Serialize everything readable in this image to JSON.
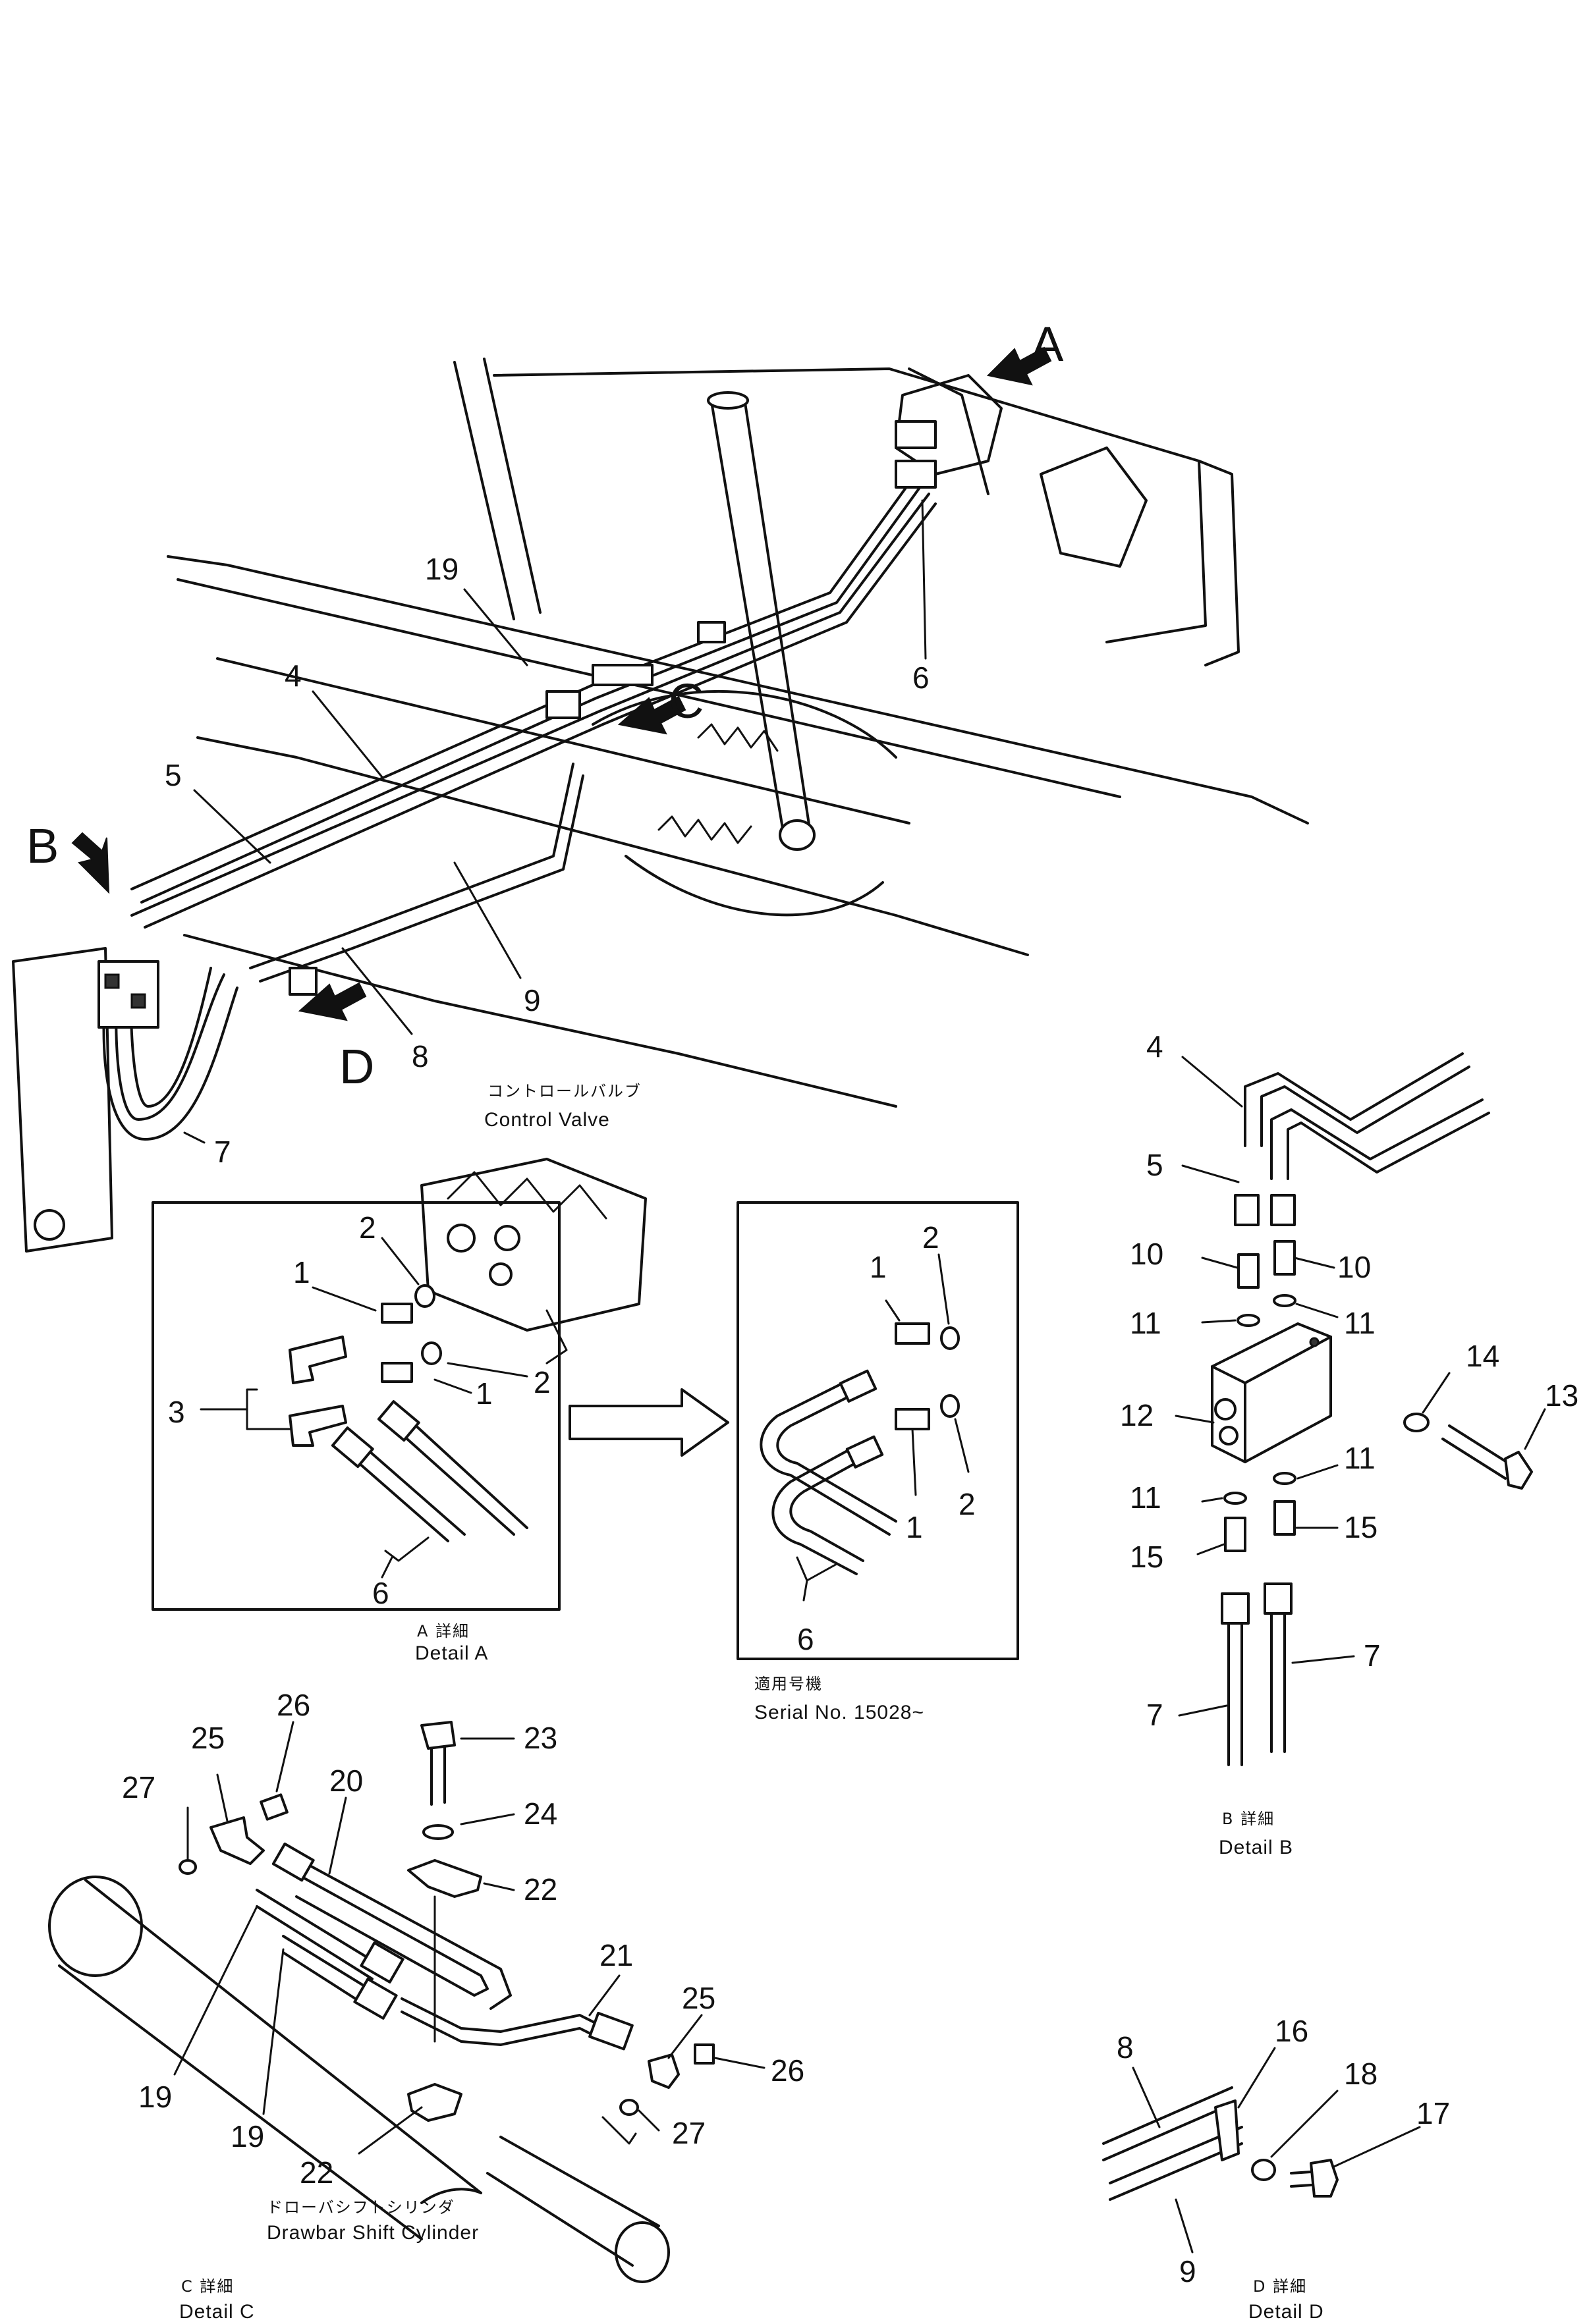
{
  "figure": {
    "view_letters": [
      "A",
      "B",
      "C",
      "D"
    ],
    "main_callouts": [
      "19",
      "4",
      "5",
      "6",
      "7",
      "8",
      "9"
    ],
    "control_valve_label_jp": "コントロールバルブ",
    "control_valve_label": "Control Valve",
    "detail_a": {
      "caption_jp": "A 詳細",
      "caption": "Detail A",
      "callouts": [
        "1",
        "2",
        "3",
        "1",
        "2",
        "6"
      ]
    },
    "serial_variant": {
      "caption_jp": "適用号機",
      "caption": "Serial No. 15028~",
      "callouts": [
        "1",
        "2",
        "1",
        "2",
        "6"
      ]
    },
    "detail_b": {
      "caption_jp": "B 詳細",
      "caption": "Detail B",
      "callouts": [
        "4",
        "5",
        "10",
        "10",
        "11",
        "11",
        "12",
        "14",
        "13",
        "11",
        "11",
        "15",
        "15",
        "7",
        "7"
      ]
    },
    "detail_c": {
      "caption_jp": "C 詳細",
      "caption": "Detail C",
      "cylinder_label_jp": "ドローバシフトシリンダ",
      "cylinder_label": "Drawbar Shift Cylinder",
      "callouts": [
        "26",
        "25",
        "27",
        "20",
        "23",
        "24",
        "22",
        "21",
        "25",
        "26",
        "19",
        "19",
        "22",
        "27"
      ]
    },
    "detail_d": {
      "caption_jp": "D 詳細",
      "caption": "Detail D",
      "callouts": [
        "8",
        "16",
        "18",
        "17",
        "9"
      ]
    }
  }
}
